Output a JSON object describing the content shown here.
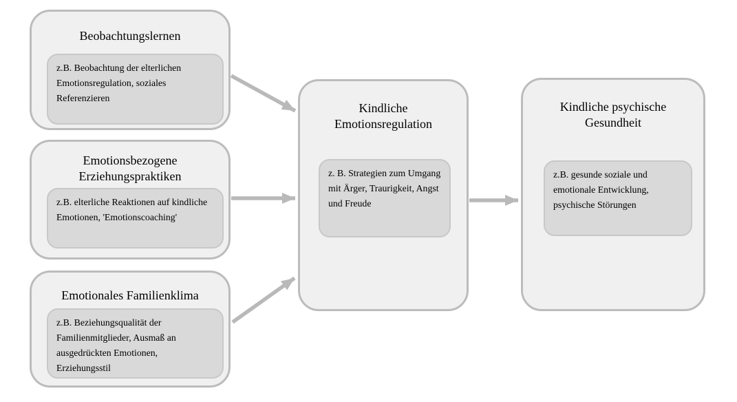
{
  "diagram": {
    "type": "flow-diagram",
    "language": "de",
    "colors": {
      "background": "#ffffff",
      "outer_box_fill": "#f0f0f0",
      "outer_box_border": "#bcbcbc",
      "inner_box_fill": "#d9d9d9",
      "inner_box_border": "#c8c8c8",
      "arrow": "#b9b9b9",
      "text": "#000000"
    },
    "boxes": [
      {
        "id": "beobachtungslernen",
        "title": "Beobachtungslernen",
        "detail": "z.B. Beobachtung der elterlichen Emotionsregulation, soziales Referenzieren"
      },
      {
        "id": "emotionsbezogene-erziehungspraktiken",
        "title": "Emotionsbezogene Erziehungspraktiken",
        "detail": "z.B. elterliche Reaktionen auf kindliche Emotionen, 'Emotionscoaching'"
      },
      {
        "id": "emotionales-familienklima",
        "title": "Emotionales Familienklima",
        "detail": "z.B. Beziehungsqualität der Familienmitglieder, Ausmaß an ausgedrückten Emotionen, Erziehungsstil"
      },
      {
        "id": "kindliche-emotionsregulation",
        "title": "Kindliche Emotionsregulation",
        "detail": "z. B. Strategien zum Umgang mit Ärger, Traurigkeit, Angst und Freude"
      },
      {
        "id": "kindliche-psychische-gesundheit",
        "title": "Kindliche psychische Gesundheit",
        "detail": "z.B. gesunde soziale und emotionale Entwicklung, psychische Störungen"
      }
    ],
    "arrows": [
      {
        "from": "beobachtungslernen",
        "to": "kindliche-emotionsregulation"
      },
      {
        "from": "emotionsbezogene-erziehungspraktiken",
        "to": "kindliche-emotionsregulation"
      },
      {
        "from": "emotionales-familienklima",
        "to": "kindliche-emotionsregulation"
      },
      {
        "from": "kindliche-emotionsregulation",
        "to": "kindliche-psychische-gesundheit"
      }
    ]
  }
}
